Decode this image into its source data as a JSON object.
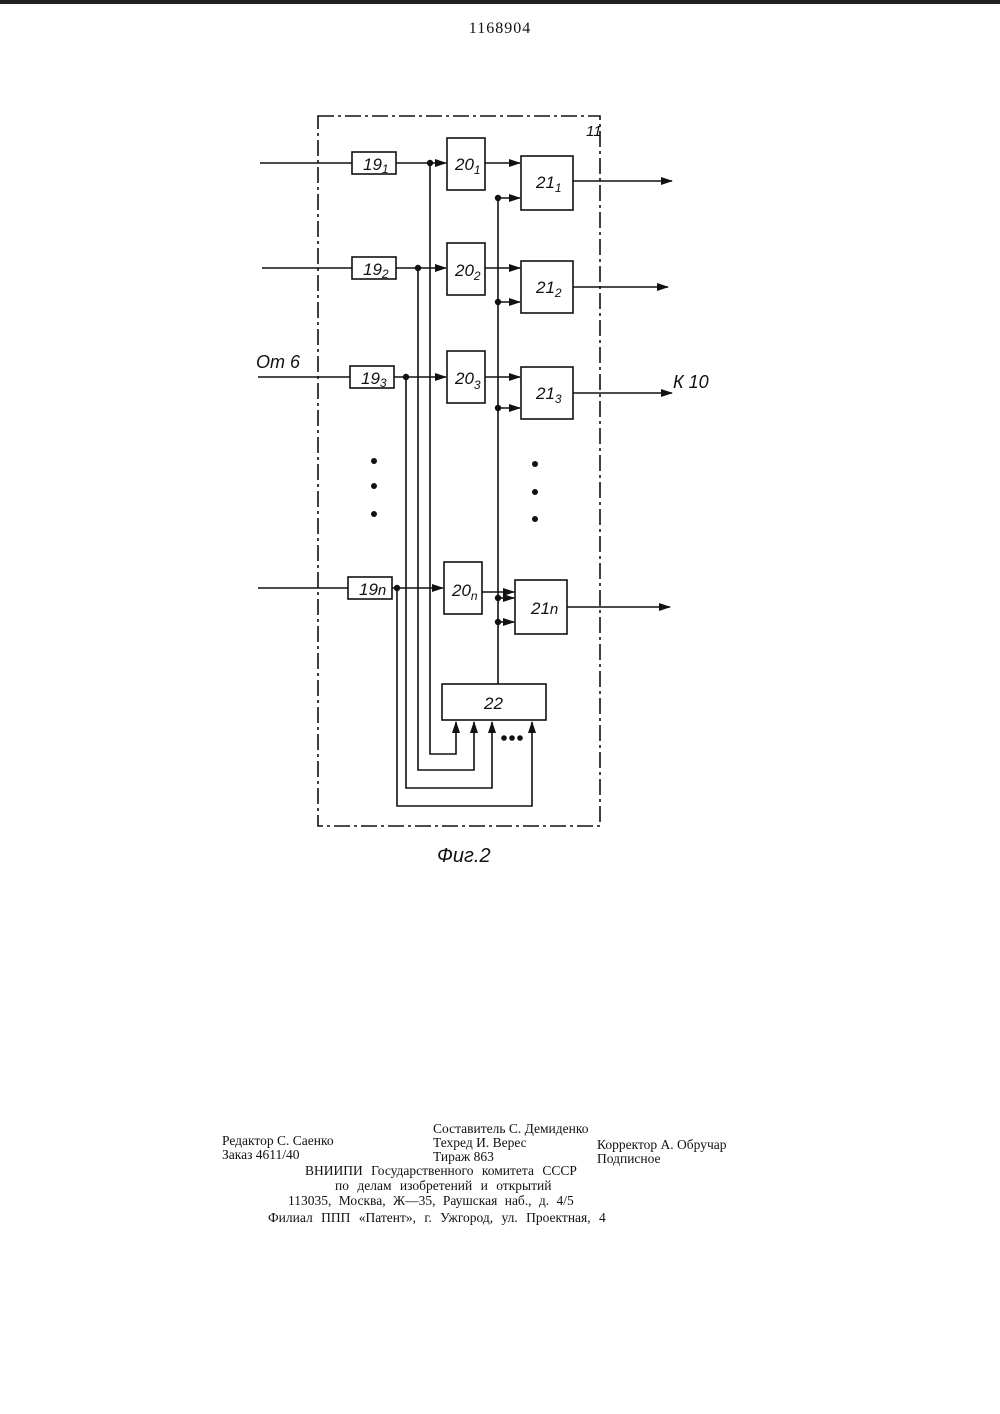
{
  "patent_number": "1168904",
  "figure": {
    "unit_label": "11",
    "input_label": "От 6",
    "output_label": "К 10",
    "caption": "Фиг.2",
    "rows": [
      {
        "b19": {
          "main": "19",
          "sub": "1"
        },
        "b20": {
          "main": "20",
          "sub": "1"
        },
        "b21": {
          "main": "21",
          "sub": "1"
        }
      },
      {
        "b19": {
          "main": "19",
          "sub": "2"
        },
        "b20": {
          "main": "20",
          "sub": "2"
        },
        "b21": {
          "main": "21",
          "sub": "2"
        }
      },
      {
        "b19": {
          "main": "19",
          "sub": "3"
        },
        "b20": {
          "main": "20",
          "sub": "3"
        },
        "b21": {
          "main": "21",
          "sub": "3"
        }
      },
      {
        "b19": {
          "main": "19",
          "sub": "n"
        },
        "b20": {
          "main": "20",
          "sub": "n"
        },
        "b21": {
          "main": "21",
          "sub": "n"
        }
      }
    ],
    "block22_label": "22"
  },
  "colophon": {
    "composer": "Составитель С. Демиденко",
    "editor": "Редактор С. Саенко",
    "techred": "Техред И. Верес",
    "corrector": "Корректор А. Обручар",
    "order": "Заказ 4611/40",
    "print_run": "Тираж 863",
    "subscription": "Подписное",
    "org_line1": "ВНИИПИ Государственного комитета СССР",
    "org_line2": "по делам изобретений и открытий",
    "org_line3": "113035, Москва, Ж—35, Раушская наб., д. 4/5",
    "branch": "Филиал ППП «Патент», г. Ужгород, ул. Проектная, 4"
  }
}
